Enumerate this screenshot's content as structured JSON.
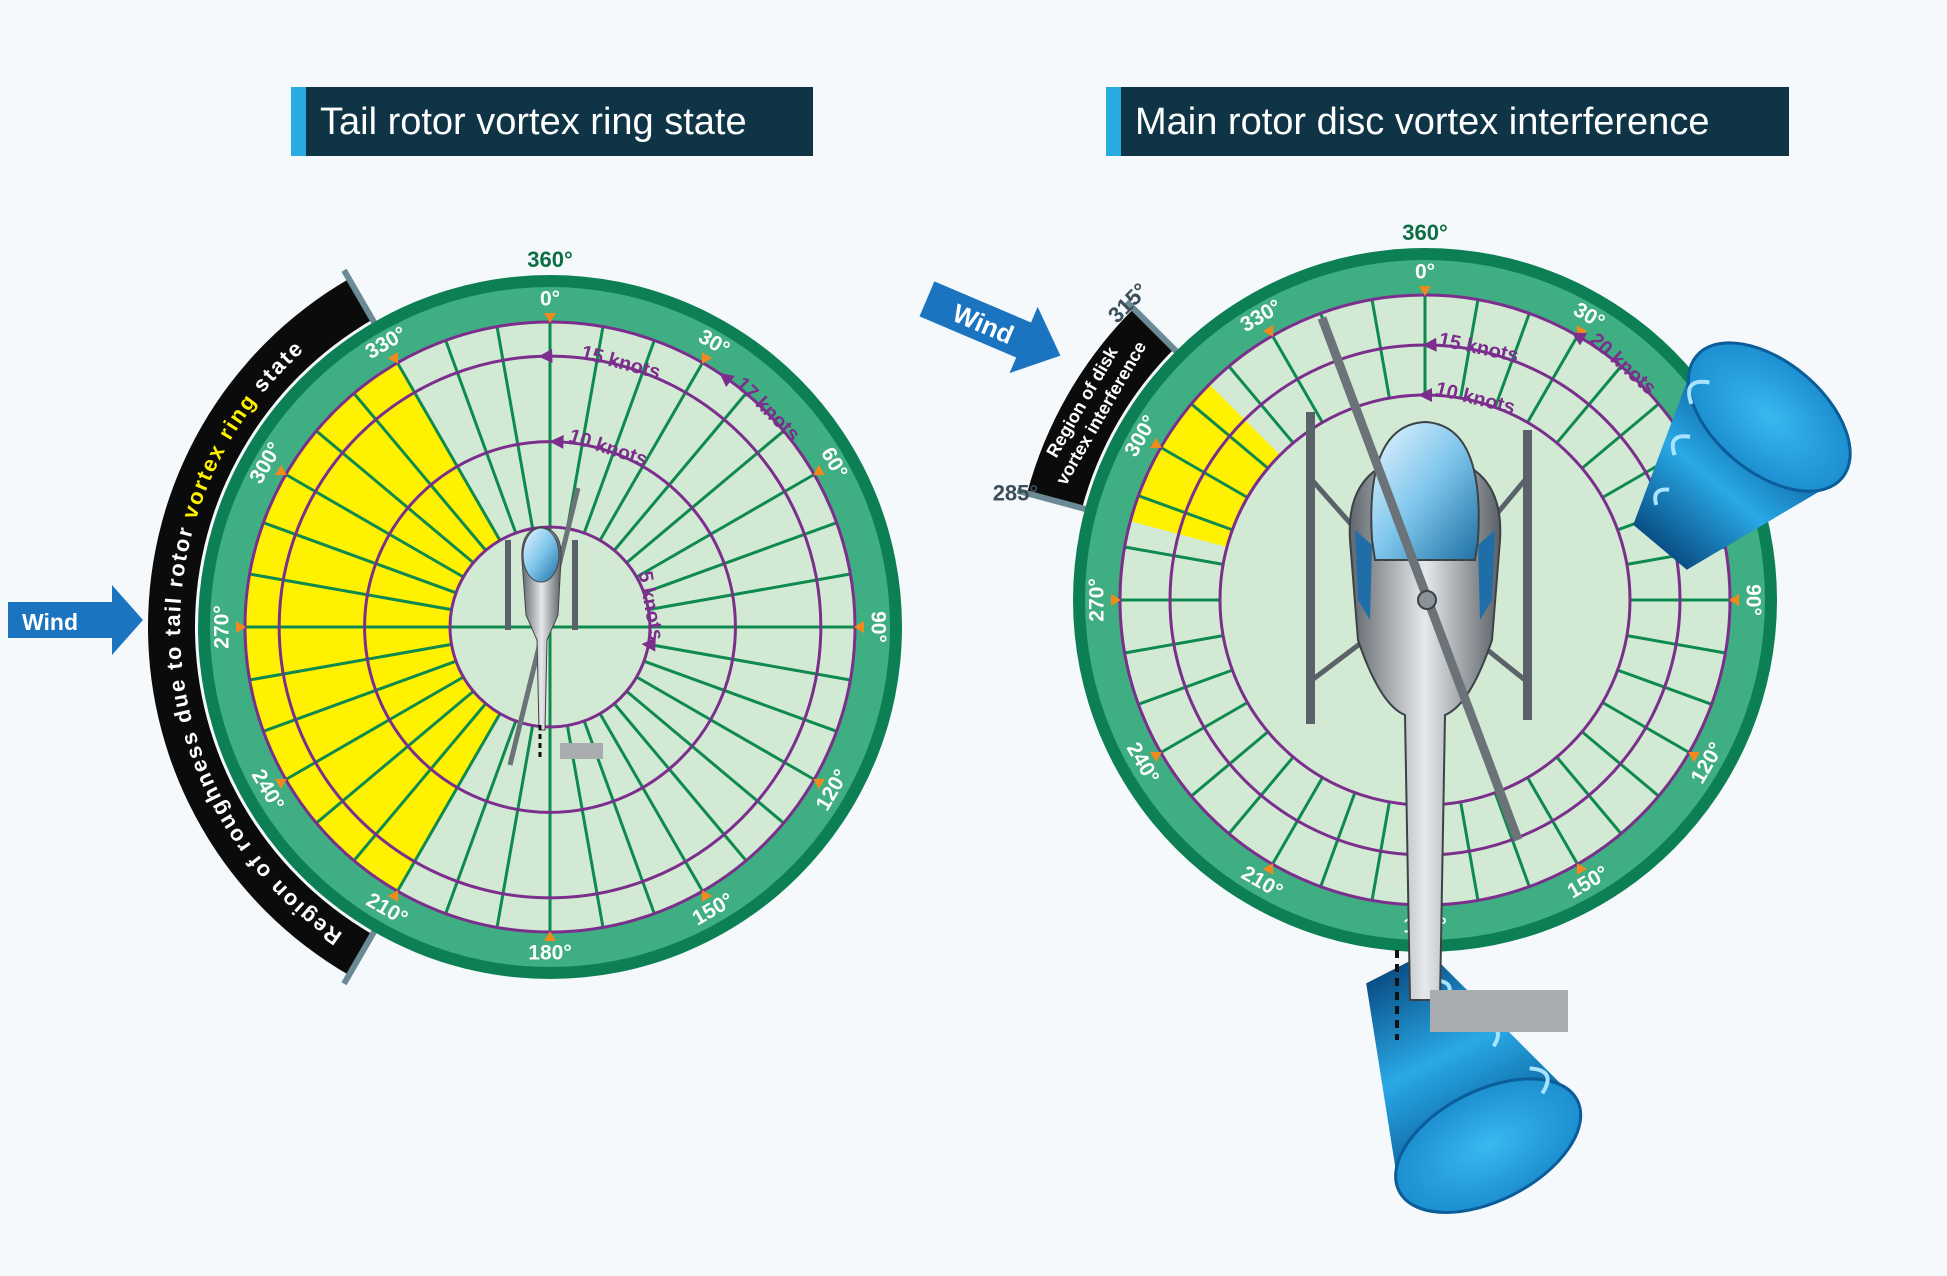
{
  "panels": [
    {
      "title": "Tail rotor vortex ring state",
      "wind_label": "Wind",
      "heading_top": "360°",
      "region_text_plain": "Region of roughness due to tail rotor ",
      "region_text_highlight": "vortex ring",
      "region_text_tail": " state",
      "region_start_label": "",
      "region_end_label": "",
      "bearings": [
        "0°",
        "30°",
        "60°",
        "90°",
        "120°",
        "150°",
        "180°",
        "210°",
        "240°",
        "270°",
        "300°",
        "330°"
      ],
      "speeds": [
        {
          "label": "15 knots",
          "value": 15
        },
        {
          "label": "17 knots",
          "value": 17
        },
        {
          "label": "10 knots",
          "value": 10
        },
        {
          "label": "5 knots",
          "value": 5
        }
      ],
      "shaded_sector": {
        "from_deg": 210,
        "to_deg": 330,
        "min_knots": 5,
        "max_knots": 17
      },
      "region_arc": {
        "from_deg": 210,
        "to_deg": 330
      }
    },
    {
      "title": "Main rotor disc vortex interference",
      "wind_label": "Wind",
      "heading_top": "360°",
      "region_text_line1": "Region of disk",
      "region_text_line2": "vortex interference",
      "region_start_label": "285°",
      "region_end_label": "315°",
      "bearings": [
        "0°",
        "30°",
        "60°",
        "90°",
        "120°",
        "150°",
        "180°",
        "210°",
        "240°",
        "270°",
        "300°",
        "330°"
      ],
      "speeds": [
        {
          "label": "15 knots",
          "value": 15
        },
        {
          "label": "20 knots",
          "value": 20
        },
        {
          "label": "10 knots",
          "value": 10
        }
      ],
      "shaded_sector": {
        "from_deg": 285,
        "to_deg": 315,
        "min_knots": 10,
        "max_knots": 20
      },
      "region_arc": {
        "from_deg": 285,
        "to_deg": 315
      }
    }
  ],
  "colors": {
    "title_bg": "#0e3446",
    "title_accent": "#29abe2",
    "rim_outer": "#0d7f55",
    "rim_inner": "#3fae82",
    "face": "#d2ead4",
    "spokes": "#0f8a4f",
    "rings": "#7b2e8c",
    "sector": "#fff200",
    "wind_arrow": "#1a74bf",
    "region_bar": "#0b0b0b",
    "highlight_text": "#fff200",
    "tick": "#f08a1c"
  }
}
